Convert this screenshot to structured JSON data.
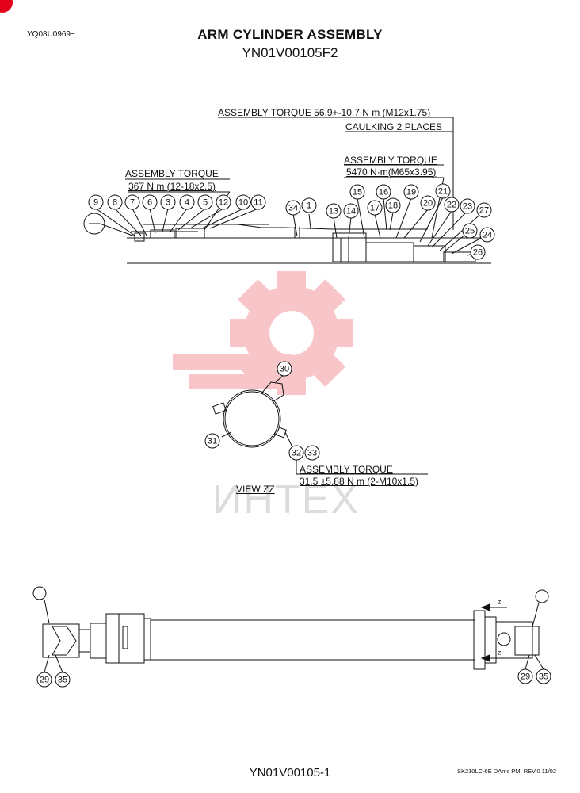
{
  "header": {
    "doc_code": "YQ08U0969~",
    "title": "ARM CYLINDER ASSEMBLY",
    "subtitle": "YN01V00105F2"
  },
  "annotations": {
    "torque_m12": "ASSEMBLY TORQUE 56.9+-10.7 N m (M12x1.75)",
    "caulking": "CAULKING 2 PLACES",
    "torque_m65_title": "ASSEMBLY TORQUE",
    "torque_m65_value": "5470 N·m(M65x3.95)",
    "torque_367_title": "ASSEMBLY TORQUE",
    "torque_367_value": "367 N m (12-18x2.5)",
    "torque_m10_title": "ASSEMBLY TORQUE",
    "torque_m10_value": "31.5 ±5.88 N m (2-M10x1.5)",
    "view_label": "VIEW  ZZ",
    "watermark_text": "ИНТЕХ",
    "arrow_z": "Z"
  },
  "balloons": {
    "top": [
      "9",
      "8",
      "7",
      "6",
      "3",
      "4",
      "5",
      "12",
      "10",
      "11",
      "34",
      "1",
      "13",
      "14",
      "15",
      "16",
      "17",
      "18",
      "19",
      "20",
      "21",
      "22",
      "23",
      "27",
      "25",
      "24",
      "26"
    ],
    "view_zz": [
      "30",
      "31",
      "32",
      "33"
    ],
    "bottom": [
      "29",
      "35",
      "29",
      "35"
    ]
  },
  "footer": {
    "drawing_no": "YN01V00105-1",
    "revision": "SK210LC-6E DAmc PM, REV.0 11/02"
  },
  "colors": {
    "line": "#111111",
    "watermark": "#f6b3b7",
    "watermark_text": "#dcdcdc",
    "corner_mark": "#e2001a"
  }
}
